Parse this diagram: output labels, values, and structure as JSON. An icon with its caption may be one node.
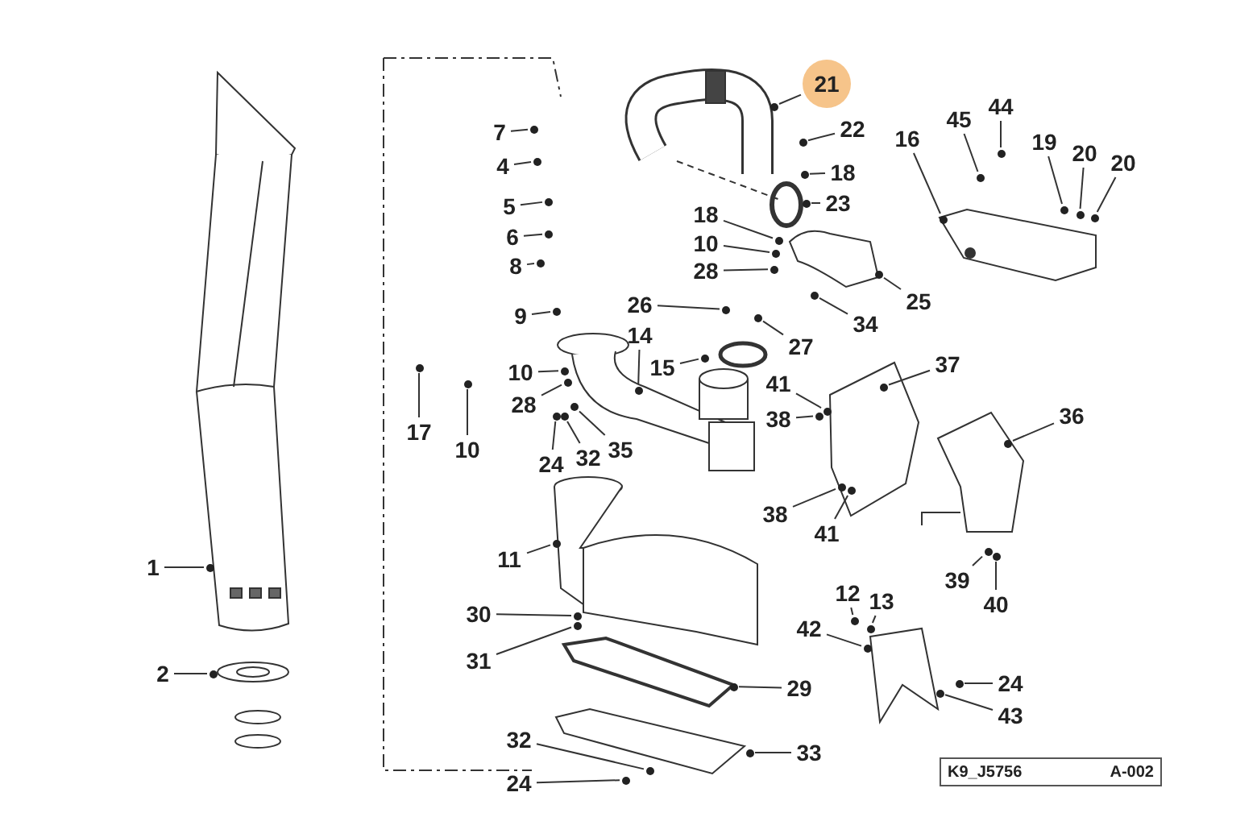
{
  "diagram": {
    "nodes": [
      {
        "text": [
          "21"
        ]
      },
      {
        "text": [
          "7"
        ]
      },
      {
        "text": [
          "22"
        ]
      },
      {
        "text": [
          "44"
        ]
      },
      {
        "text": [
          "45"
        ]
      },
      {
        "text": [
          "16"
        ]
      },
      {
        "text": [
          "19"
        ]
      },
      {
        "text": [
          "20"
        ]
      },
      {
        "text": [
          "20"
        ]
      },
      {
        "text": [
          "4"
        ]
      },
      {
        "text": [
          "18"
        ]
      },
      {
        "text": [
          "23"
        ]
      },
      {
        "text": [
          "5"
        ]
      },
      {
        "text": [
          "18"
        ]
      },
      {
        "text": [
          "6"
        ]
      },
      {
        "text": [
          "10"
        ]
      },
      {
        "text": [
          "8"
        ]
      },
      {
        "text": [
          "28"
        ]
      },
      {
        "text": [
          "25"
        ]
      },
      {
        "text": [
          "26"
        ]
      },
      {
        "text": [
          "9"
        ]
      },
      {
        "text": [
          "34"
        ]
      },
      {
        "text": [
          "14"
        ]
      },
      {
        "text": [
          "27"
        ]
      },
      {
        "text": [
          "37"
        ]
      },
      {
        "text": [
          "15"
        ]
      },
      {
        "text": [
          "10"
        ]
      },
      {
        "text": [
          "41"
        ]
      },
      {
        "text": [
          "28"
        ]
      },
      {
        "text": [
          "36"
        ]
      },
      {
        "text": [
          "38"
        ]
      },
      {
        "text": [
          "17"
        ]
      },
      {
        "text": [
          "10"
        ]
      },
      {
        "text": [
          "35"
        ]
      },
      {
        "text": [
          "32"
        ]
      },
      {
        "text": [
          "24"
        ]
      },
      {
        "text": [
          "38"
        ]
      },
      {
        "text": [
          "41"
        ]
      },
      {
        "text": [
          "11"
        ]
      },
      {
        "text": [
          "39"
        ]
      },
      {
        "text": [
          "12"
        ]
      },
      {
        "text": [
          "13"
        ]
      },
      {
        "text": [
          "40"
        ]
      },
      {
        "text": [
          "30"
        ]
      },
      {
        "text": [
          "42"
        ]
      },
      {
        "text": [
          "31"
        ]
      },
      {
        "text": [
          "24"
        ]
      },
      {
        "text": [
          "29"
        ]
      },
      {
        "text": [
          "43"
        ]
      },
      {
        "text": [
          "32"
        ]
      },
      {
        "text": [
          "33"
        ]
      },
      {
        "text": [
          "24"
        ]
      },
      {
        "text": [
          "1"
        ]
      },
      {
        "text": [
          "2"
        ]
      },
      {
        "text": [],
        "shape": "circle"
      },
      {
        "text": [],
        "shape": "circle"
      },
      {
        "text": [],
        "shape": "circle"
      },
      {
        "text": [],
        "shape": "circle"
      },
      {
        "text": [],
        "shape": "circle"
      },
      {
        "text": [],
        "shape": "circle"
      },
      {
        "text": [],
        "shape": "circle"
      },
      {
        "text": [],
        "shape": "circle"
      },
      {
        "text": [],
        "shape": "circle"
      },
      {
        "text": [],
        "shape": "circle"
      },
      {
        "text": [],
        "shape": "circle"
      },
      {
        "text": [],
        "shape": "circle"
      },
      {
        "text": [],
        "shape": "circle"
      },
      {
        "text": [],
        "shape": "circle"
      },
      {
        "text": [],
        "shape": "circle"
      },
      {
        "text": [],
        "shape": "circle"
      },
      {
        "text": [],
        "shape": "circle"
      },
      {
        "text": [],
        "shape": "circle"
      },
      {
        "text": [],
        "shape": "circle"
      },
      {
        "text": [],
        "shape": "circle"
      },
      {
        "text": [],
        "shape": "circle"
      },
      {
        "text": [],
        "shape": "circle"
      },
      {
        "text": [],
        "shape": "circle"
      },
      {
        "text": [],
        "shape": "circle"
      },
      {
        "text": [],
        "shape": "circle"
      },
      {
        "text": [],
        "shape": "circle"
      },
      {
        "text": [],
        "shape": "circle"
      },
      {
        "text": [],
        "shape": "circle"
      },
      {
        "text": [],
        "shape": "circle"
      },
      {
        "text": [],
        "shape": "circle"
      },
      {
        "text": [],
        "shape": "circle"
      },
      {
        "text": [],
        "shape": "circle"
      },
      {
        "text": [],
        "shape": "circle"
      },
      {
        "text": [],
        "shape": "circle"
      },
      {
        "text": [],
        "shape": "circle"
      },
      {
        "text": [],
        "shape": "circle"
      },
      {
        "text": [],
        "shape": "circle"
      },
      {
        "text": [],
        "shape": "circle"
      },
      {
        "text": [],
        "shape": "circle"
      },
      {
        "text": [],
        "shape": "circle"
      },
      {
        "text": [],
        "shape": "circle"
      },
      {
        "text": [],
        "shape": "circle"
      },
      {
        "text": [],
        "shape": "circle"
      },
      {
        "text": [],
        "shape": "circle"
      },
      {
        "text": [],
        "shape": "circle"
      },
      {
        "text": [],
        "shape": "circle"
      },
      {
        "text": [],
        "shape": "circle"
      },
      {
        "text": [],
        "shape": "circle"
      },
      {
        "text": [],
        "shape": "circle"
      },
      {
        "text": [],
        "shape": "circle"
      },
      {
        "text": [],
        "shape": "circle"
      },
      {
        "text": [],
        "shape": "circle"
      },
      {
        "text": [],
        "shape": "circle"
      },
      {
        "text": [],
        "shape": "circle"
      }
    ],
    "edges": [
      {
        "from": 0,
        "to": 54,
        "arrow": "none"
      },
      {
        "from": 1,
        "to": 55,
        "arrow": "none"
      },
      {
        "from": 2,
        "to": 56,
        "arrow": "none"
      },
      {
        "from": 3,
        "to": 57,
        "arrow": "none"
      },
      {
        "from": 4,
        "to": 58,
        "arrow": "none"
      },
      {
        "from": 5,
        "to": 59,
        "arrow": "none"
      },
      {
        "from": 6,
        "to": 60,
        "arrow": "none"
      },
      {
        "from": 7,
        "to": 61,
        "arrow": "none"
      },
      {
        "from": 8,
        "to": 62,
        "arrow": "none"
      },
      {
        "from": 9,
        "to": 63,
        "arrow": "none"
      },
      {
        "from": 10,
        "to": 64,
        "arrow": "none"
      },
      {
        "from": 11,
        "to": 65,
        "arrow": "none"
      },
      {
        "from": 12,
        "to": 66,
        "arrow": "none"
      },
      {
        "from": 13,
        "to": 67,
        "arrow": "none"
      },
      {
        "from": 14,
        "to": 68,
        "arrow": "none"
      },
      {
        "from": 15,
        "to": 69,
        "arrow": "none"
      },
      {
        "from": 16,
        "to": 70,
        "arrow": "none"
      },
      {
        "from": 17,
        "to": 71,
        "arrow": "none"
      },
      {
        "from": 18,
        "to": 72,
        "arrow": "none"
      },
      {
        "from": 19,
        "to": 73,
        "arrow": "none"
      },
      {
        "from": 20,
        "to": 74,
        "arrow": "none"
      },
      {
        "from": 21,
        "to": 75,
        "arrow": "none"
      },
      {
        "from": 22,
        "to": 76,
        "arrow": "none"
      },
      {
        "from": 23,
        "to": 77,
        "arrow": "none"
      },
      {
        "from": 24,
        "to": 78,
        "arrow": "none"
      },
      {
        "from": 25,
        "to": 79,
        "arrow": "none"
      },
      {
        "from": 26,
        "to": 80,
        "arrow": "none"
      },
      {
        "from": 27,
        "to": 81,
        "arrow": "none"
      },
      {
        "from": 28,
        "to": 82,
        "arrow": "none"
      },
      {
        "from": 29,
        "to": 83,
        "arrow": "none"
      },
      {
        "from": 30,
        "to": 84,
        "arrow": "none"
      },
      {
        "from": 31,
        "to": 85,
        "arrow": "none"
      },
      {
        "from": 32,
        "to": 86,
        "arrow": "none"
      },
      {
        "from": 33,
        "to": 87,
        "arrow": "none"
      },
      {
        "from": 34,
        "to": 88,
        "arrow": "none"
      },
      {
        "from": 35,
        "to": 89,
        "arrow": "none"
      },
      {
        "from": 36,
        "to": 90,
        "arrow": "none"
      },
      {
        "from": 37,
        "to": 91,
        "arrow": "none"
      },
      {
        "from": 38,
        "to": 92,
        "arrow": "none"
      },
      {
        "from": 39,
        "to": 93,
        "arrow": "none"
      },
      {
        "from": 40,
        "to": 94,
        "arrow": "none"
      },
      {
        "from": 41,
        "to": 95,
        "arrow": "none"
      },
      {
        "from": 42,
        "to": 96,
        "arrow": "none"
      },
      {
        "from": 43,
        "to": 97,
        "arrow": "none"
      },
      {
        "from": 44,
        "to": 98,
        "arrow": "none"
      },
      {
        "from": 45,
        "to": 99,
        "arrow": "none"
      },
      {
        "from": 46,
        "to": 100,
        "arrow": "none"
      },
      {
        "from": 47,
        "to": 101,
        "arrow": "none"
      },
      {
        "from": 48,
        "to": 102,
        "arrow": "none"
      },
      {
        "from": 49,
        "to": 103,
        "arrow": "none"
      },
      {
        "from": 50,
        "to": 104,
        "arrow": "none"
      },
      {
        "from": 51,
        "to": 105,
        "arrow": "none"
      },
      {
        "from": 52,
        "to": 106,
        "arrow": "none"
      },
      {
        "from": 53,
        "to": 107,
        "arrow": "none"
      }
    ],
    "labels": [
      "K9_J5756",
      "A-002"
    ]
  }
}
